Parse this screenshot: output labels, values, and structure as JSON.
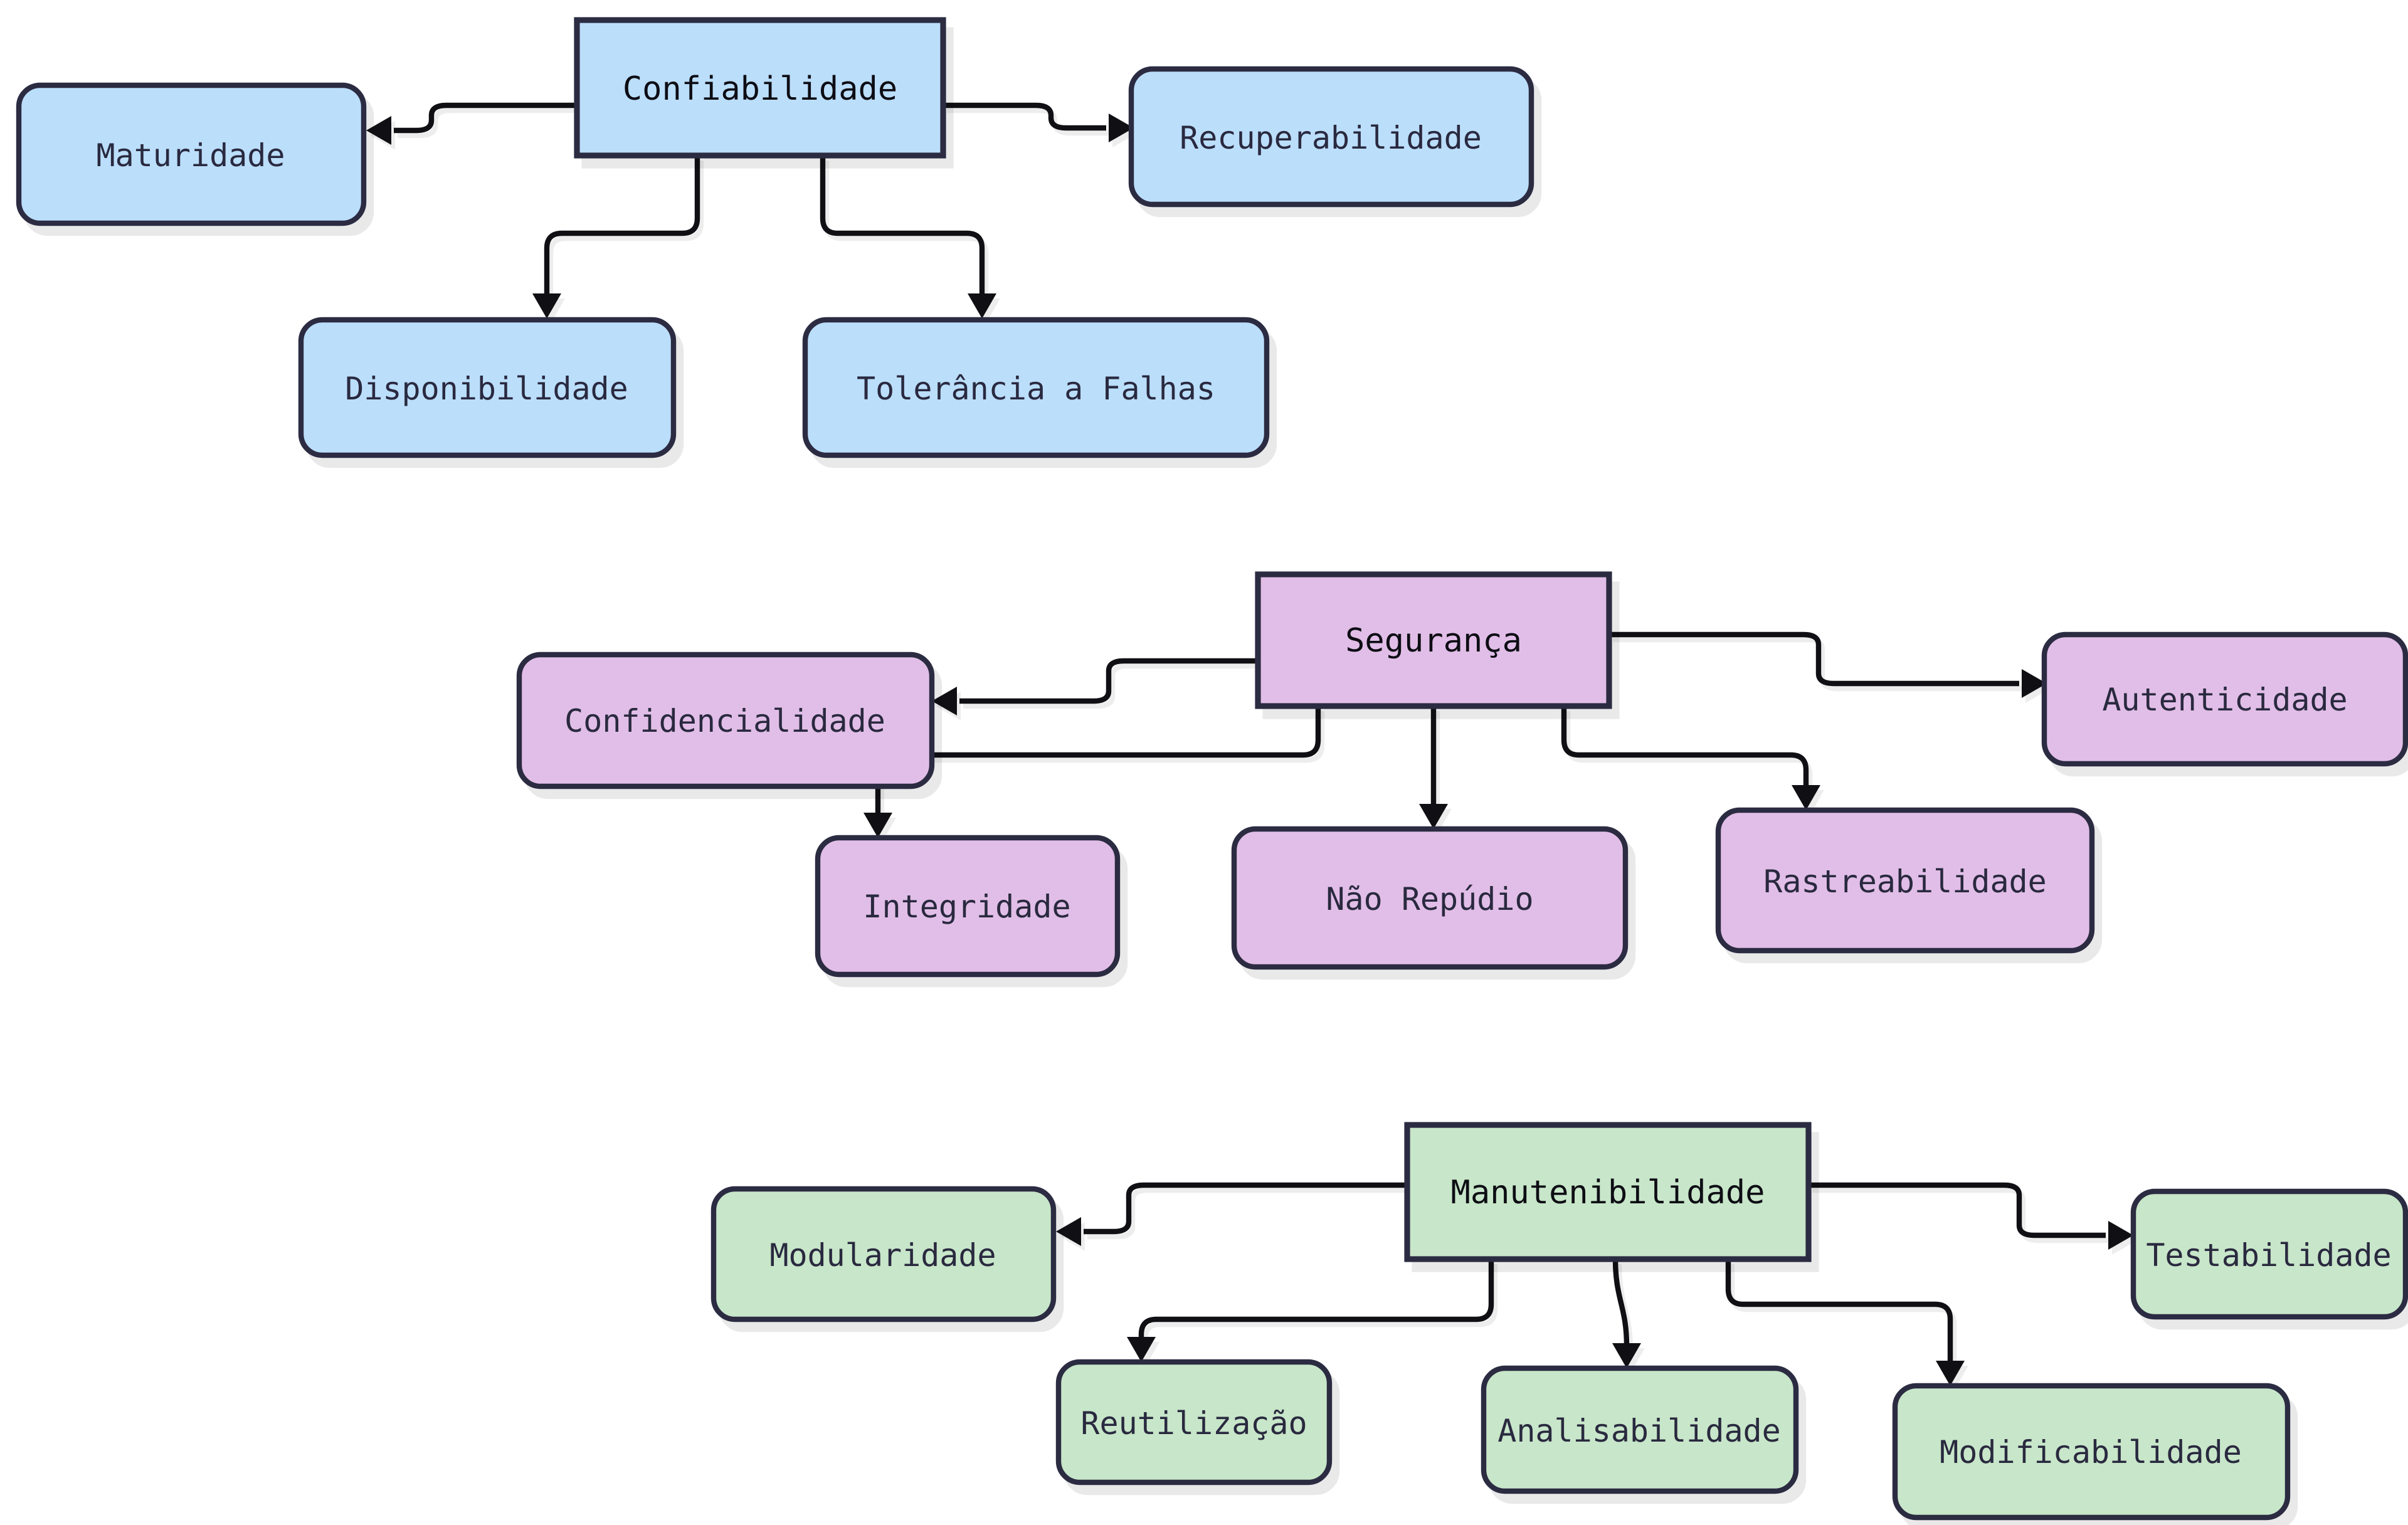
{
  "diagram": {
    "description": "Software quality attributes diagram (ISO 25010 style) with three characteristic trees",
    "structure": [
      {
        "root": "Confiabilidade",
        "children": [
          "Maturidade",
          "Recuperabilidade",
          "Disponibilidade",
          "Tolerância a Falhas"
        ],
        "color_group": "blue"
      },
      {
        "root": "Segurança",
        "children": [
          "Confidencialidade",
          "Autenticidade",
          "Integridade",
          "Não Repúdio",
          "Rastreabilidade"
        ],
        "color_group": "purple"
      },
      {
        "root": "Manutenibilidade",
        "children": [
          "Modularidade",
          "Testabilidade",
          "Reutilização",
          "Analisabilidade",
          "Modificabilidade"
        ],
        "color_group": "green"
      }
    ]
  },
  "nodes": {
    "confiabilidade": {
      "label": "Confiabilidade"
    },
    "maturidade": {
      "label": "Maturidade"
    },
    "recuperabilidade": {
      "label": "Recuperabilidade"
    },
    "disponibilidade": {
      "label": "Disponibilidade"
    },
    "tolerancia_falhas": {
      "label": "Tolerância a Falhas"
    },
    "seguranca": {
      "label": "Segurança"
    },
    "confidencialidade": {
      "label": "Confidencialidade"
    },
    "autenticidade": {
      "label": "Autenticidade"
    },
    "integridade": {
      "label": "Integridade"
    },
    "nao_repudio": {
      "label": "Não Repúdio"
    },
    "rastreabilidade": {
      "label": "Rastreabilidade"
    },
    "manutenibilidade": {
      "label": "Manutenibilidade"
    },
    "modularidade": {
      "label": "Modularidade"
    },
    "testabilidade": {
      "label": "Testabilidade"
    },
    "reutilizacao": {
      "label": "Reutilização"
    },
    "analisabilidade": {
      "label": "Analisabilidade"
    },
    "modificabilidade": {
      "label": "Modificabilidade"
    }
  },
  "colors": {
    "blue_fill": "#bbdefb",
    "purple_fill": "#e1bee7",
    "green_fill": "#c8e6c9",
    "node_border": "#2b2b42",
    "edge": "#101014",
    "root_text": "#0d0d14",
    "child_text": "#29293f",
    "background": "#ffffff"
  }
}
